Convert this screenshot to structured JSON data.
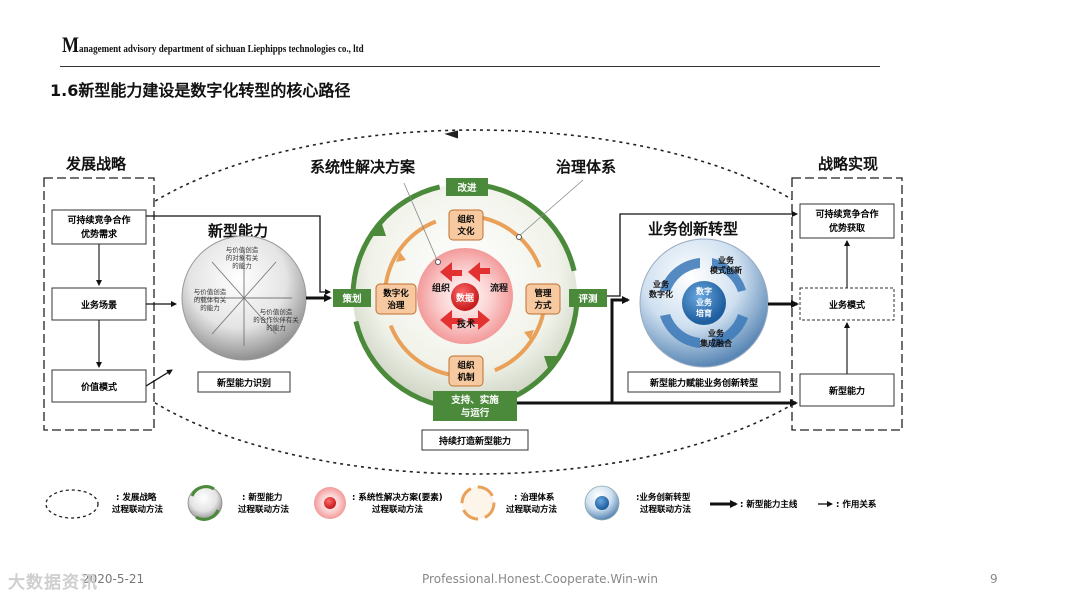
{
  "header": {
    "company_initial": "M",
    "company_rest": "anagement advisory department of sichuan Liephipps technologies co., ltd",
    "title": "1.6新型能力建设是数字化转型的核心路径"
  },
  "left_panel": {
    "heading": "发展战略",
    "box1": [
      "可持续竞争合作",
      "优势需求"
    ],
    "box2": "业务场景",
    "box3": "价值模式"
  },
  "right_panel": {
    "heading": "战略实现",
    "box1": [
      "可持续竞争合作",
      "优势获取"
    ],
    "box2": "业务模式",
    "box3": "新型能力"
  },
  "capability": {
    "heading": "新型能力",
    "caption": "新型能力识别",
    "sphere_text_top": [
      "与价值创造",
      "的对象有关",
      "的能力"
    ],
    "sphere_text_left": [
      "与价值创造",
      "的载体有关",
      "的能力"
    ],
    "sphere_text_right": [
      "与价值创造",
      "的合作伙伴有关",
      "的能力"
    ]
  },
  "center": {
    "heading_solution": "系统性解决方案",
    "heading_governance": "治理体系",
    "top_tag": "改进",
    "left_tag": "策划",
    "right_tag": "评测",
    "bottom_tag": [
      "支持、实施",
      "与运行"
    ],
    "org_culture": [
      "组织",
      "文化"
    ],
    "digital_gov": [
      "数字化",
      "治理"
    ],
    "mgmt_mode": [
      "管理",
      "方式"
    ],
    "org_mech": [
      "组织",
      "机制"
    ],
    "core": "数据",
    "core_org": "组织",
    "core_flow": "流程",
    "core_tech": "技术",
    "caption": "持续打造新型能力"
  },
  "innovation": {
    "heading": "业务创新转型",
    "biz_digital": [
      "业务",
      "数字化"
    ],
    "biz_model_innov": [
      "业务",
      "模式创新"
    ],
    "core": [
      "数字",
      "业务",
      "培育"
    ],
    "biz_integration": [
      "业务",
      "集成融合"
    ],
    "caption": "新型能力赋能业务创新转型"
  },
  "legend": {
    "item1": [
      ": 发展战略",
      "过程联动方法"
    ],
    "item2": [
      ": 新型能力",
      "过程联动方法"
    ],
    "item3": [
      ": 系统性解决方案(要素)",
      "过程联动方法"
    ],
    "item4": [
      ": 治理体系",
      "过程联动方法"
    ],
    "item5": [
      ":业务创新转型",
      "过程联动方法"
    ],
    "item6": ": 新型能力主线",
    "item7": ": 作用关系"
  },
  "footer": {
    "date": "2020-5-21",
    "slogan": "Professional.Honest.Cooperate.Win-win",
    "page": "9",
    "watermark": "大数据资讯"
  },
  "colors": {
    "green": "#4a8a3a",
    "orange": "#e9a15a",
    "red": "#e33030",
    "blue": "#3a78b8"
  }
}
